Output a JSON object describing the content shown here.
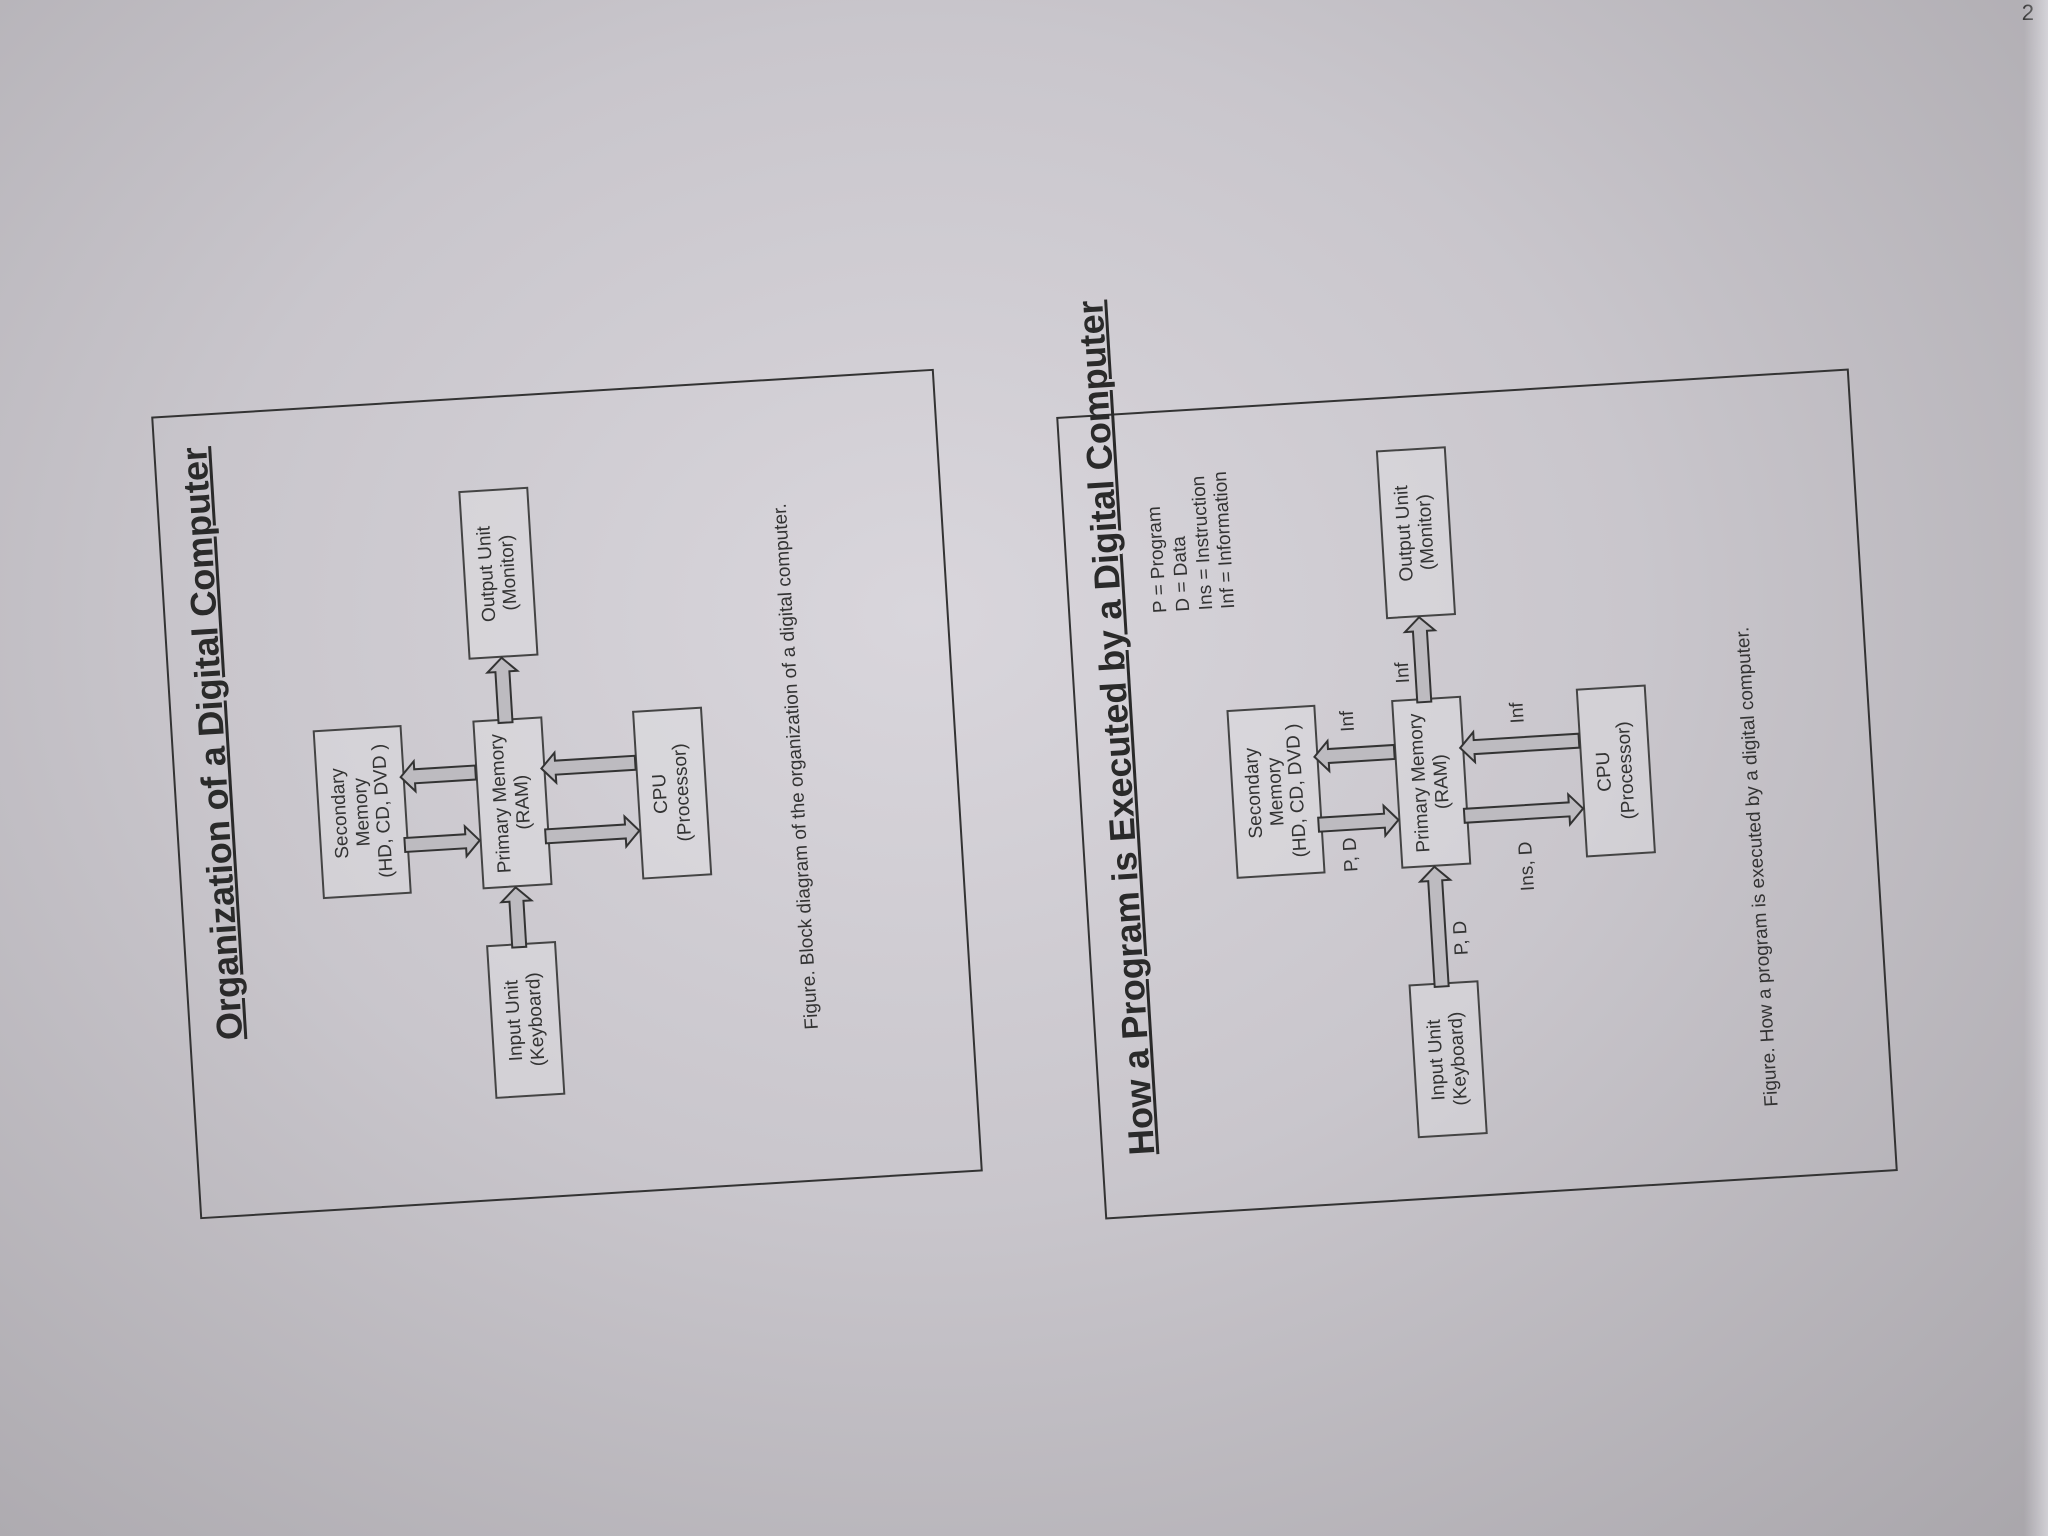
{
  "page_number": "2",
  "top_panel": {
    "title": "Organization of a Digital Computer",
    "boxes": {
      "secondary": [
        "Secondary",
        "Memory",
        "(HD, CD, DVD )"
      ],
      "primary": [
        "Primary Memory",
        "(RAM)"
      ],
      "input": [
        "Input Unit",
        "(Keyboard)"
      ],
      "output": [
        "Output Unit",
        "(Monitor)"
      ],
      "cpu": [
        "CPU",
        "(Processor)"
      ]
    },
    "caption": "Figure.  Block diagram of the organization of a digital computer."
  },
  "bottom_panel": {
    "title": "How a Program is Executed by a Digital Computer",
    "legend": [
      "P = Program",
      "D = Data",
      "Ins = Instruction",
      "Inf = Information"
    ],
    "boxes": {
      "secondary": [
        "Secondary",
        "Memory",
        "(HD, CD, DVD )"
      ],
      "primary": [
        "Primary Memory",
        "(RAM)"
      ],
      "input": [
        "Input Unit",
        "(Keyboard)"
      ],
      "output": [
        "Output Unit",
        "(Monitor)"
      ],
      "cpu": [
        "CPU",
        "(Processor)"
      ]
    },
    "labels": {
      "input_to_ram": "P, D",
      "secondary_to_ram": "P, D",
      "ram_to_secondary": "Inf",
      "ram_to_output": "Inf",
      "ram_to_cpu": "Ins, D",
      "cpu_to_ram": "Inf"
    },
    "caption": "Figure.  How a program is executed by a digital computer."
  }
}
